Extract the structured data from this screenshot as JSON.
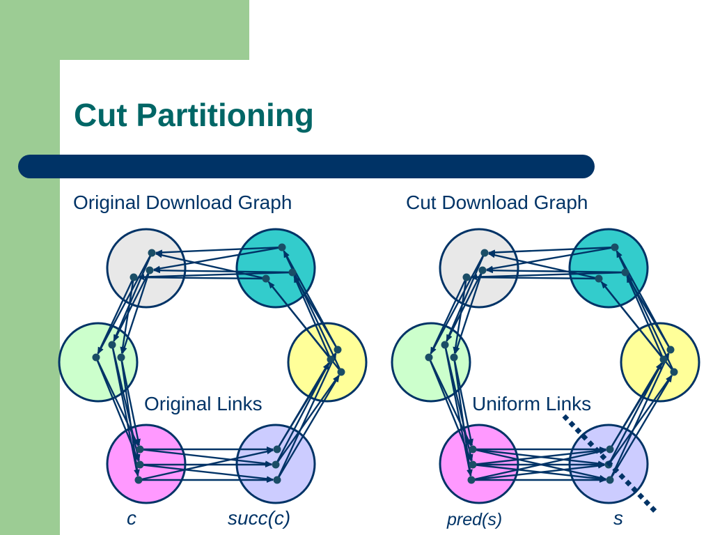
{
  "slide": {
    "title": "Cut Partitioning",
    "colors": {
      "side_band": "#9ccc94",
      "title": "#006666",
      "rule": "#003366",
      "text": "#003366",
      "edge": "#003366",
      "dot": "#1a4d66",
      "cut_line": "#003366"
    }
  },
  "left_graph": {
    "heading": "Original Download Graph",
    "center_label": "Original Links",
    "node_label_c": "c",
    "node_label_succ": "succ(c)",
    "link_style": "original"
  },
  "right_graph": {
    "heading": "Cut Download Graph",
    "center_label": "Uniform Links",
    "node_label_pred": "pred(s)",
    "node_label_s": "s",
    "link_style": "uniform",
    "cut_line": true
  },
  "node_colors": {
    "top_left": "#e8e8e8",
    "top_right": "#33cccc",
    "mid_right": "#ffff99",
    "bottom_right": "#ccccff",
    "bottom_left": "#ff99ff",
    "mid_left": "#ccffcc"
  }
}
